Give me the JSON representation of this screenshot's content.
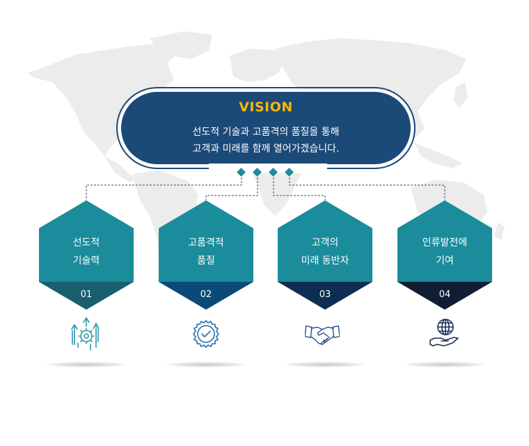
{
  "vision": {
    "title": "VISION",
    "line1": "선도적 기술과 고품격의 품질을 통해",
    "line2": "고객과 미래를 함께 열어가겠습니다."
  },
  "colors": {
    "pill": "#1b4a78",
    "title": "#f5b800",
    "hex_top": "#1a8c9c",
    "connector_diamond": "#1a8c9c",
    "connector_line": "#5a6f87",
    "map": "#ececec"
  },
  "values": [
    {
      "line1": "선도적",
      "line2": "기술력",
      "number": "01",
      "icon": "gear-arrows-icon",
      "band_color": "#1a5f6e"
    },
    {
      "line1": "고품격적",
      "line2": "품질",
      "number": "02",
      "icon": "quality-badge-check-icon",
      "band_color": "#0b4a78"
    },
    {
      "line1": "고객의",
      "line2": "미래 동반자",
      "number": "03",
      "icon": "handshake-icon",
      "band_color": "#0e2d52"
    },
    {
      "line1": "인류발전에",
      "line2": "기여",
      "number": "04",
      "icon": "globe-in-hand-icon",
      "band_color": "#111d33"
    }
  ]
}
